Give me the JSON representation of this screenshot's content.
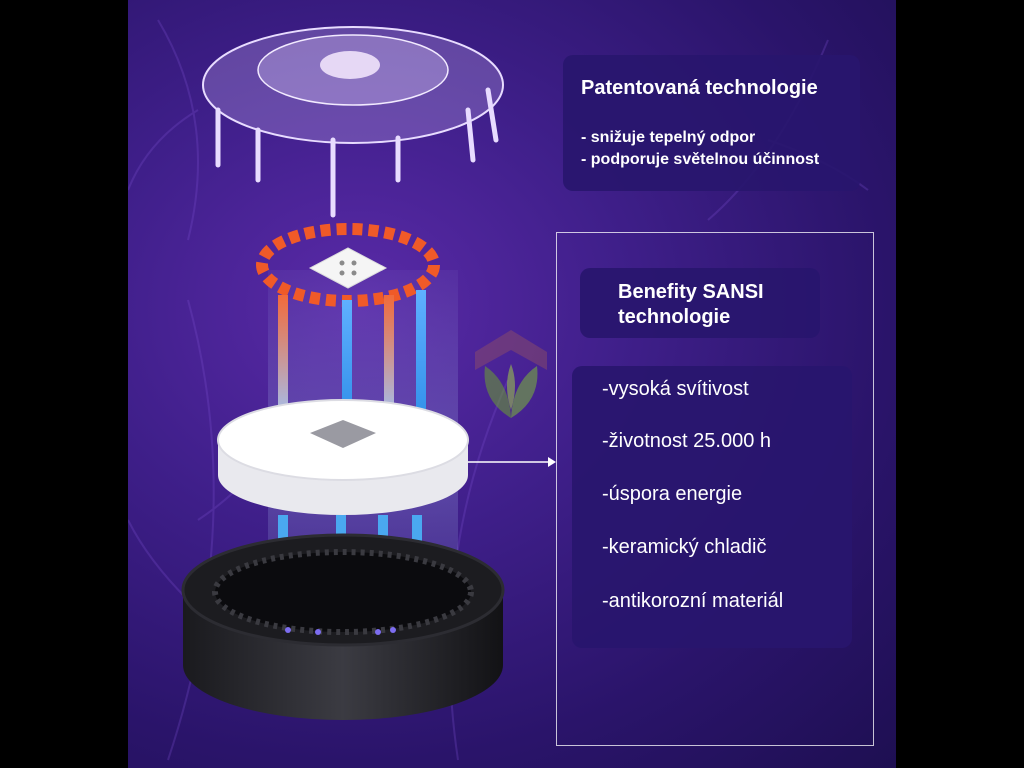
{
  "patent": {
    "title": "Patentovaná technologie",
    "points": [
      "- snižuje tepelný odpor",
      "- podporuje světelnou účinnost"
    ]
  },
  "benefits": {
    "title": "Benefity SANSI technologie",
    "items": [
      "-vysoká svítivost",
      "-životnost 25.000 h",
      "-úspora energie",
      "-keramický chladič",
      "-antikorozní materiál"
    ]
  },
  "colors": {
    "background": "#3f1f8a",
    "panel": "#28166e",
    "heat_orange": "#f05a28",
    "cool_blue": "#4aa8f0"
  },
  "icons": [
    "leaf-logo-icon",
    "connector-arrow-icon",
    "heat-flow-arrow-icon"
  ]
}
